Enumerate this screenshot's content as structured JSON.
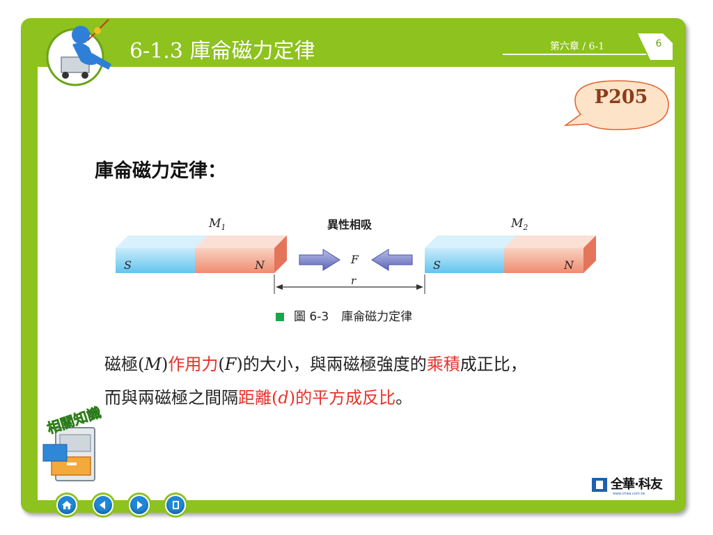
{
  "header": {
    "title": "6-1.3 庫侖磁力定律",
    "chapter": "第六章 / 6-1",
    "page_number": "6"
  },
  "callout": {
    "text": "P205"
  },
  "section": {
    "heading": "庫侖磁力定律："
  },
  "figure": {
    "m1_label": "M",
    "m1_sub": "1",
    "m2_label": "M",
    "m2_sub": "2",
    "attraction_label": "異性相吸",
    "pole_s": "S",
    "pole_n": "N",
    "force_label": "F",
    "distance_label": "r",
    "caption_number": "圖 6-3",
    "caption_title": "庫侖磁力定律"
  },
  "body": {
    "line1": {
      "p1": "磁極(",
      "p2": "M",
      "p3": ")",
      "p4": "作用力",
      "p5": "(",
      "p6": "F",
      "p7": ")的大小，與兩磁極強度的",
      "p8": "乘積",
      "p9": "成正比，"
    },
    "line2": {
      "p1": "而與兩磁極之間隔",
      "p2": "距離(",
      "p3": "d",
      "p4": ")的平方成反比",
      "p5": "。"
    }
  },
  "related": {
    "label": "相關知識"
  },
  "logo": {
    "text": "全華·科友",
    "sub": "www.chwa.com.tw"
  },
  "nav": {
    "home_icon": "home-icon",
    "prev_icon": "arrow-left-icon",
    "next_icon": "arrow-right-icon",
    "exit_icon": "exit-door-icon"
  }
}
